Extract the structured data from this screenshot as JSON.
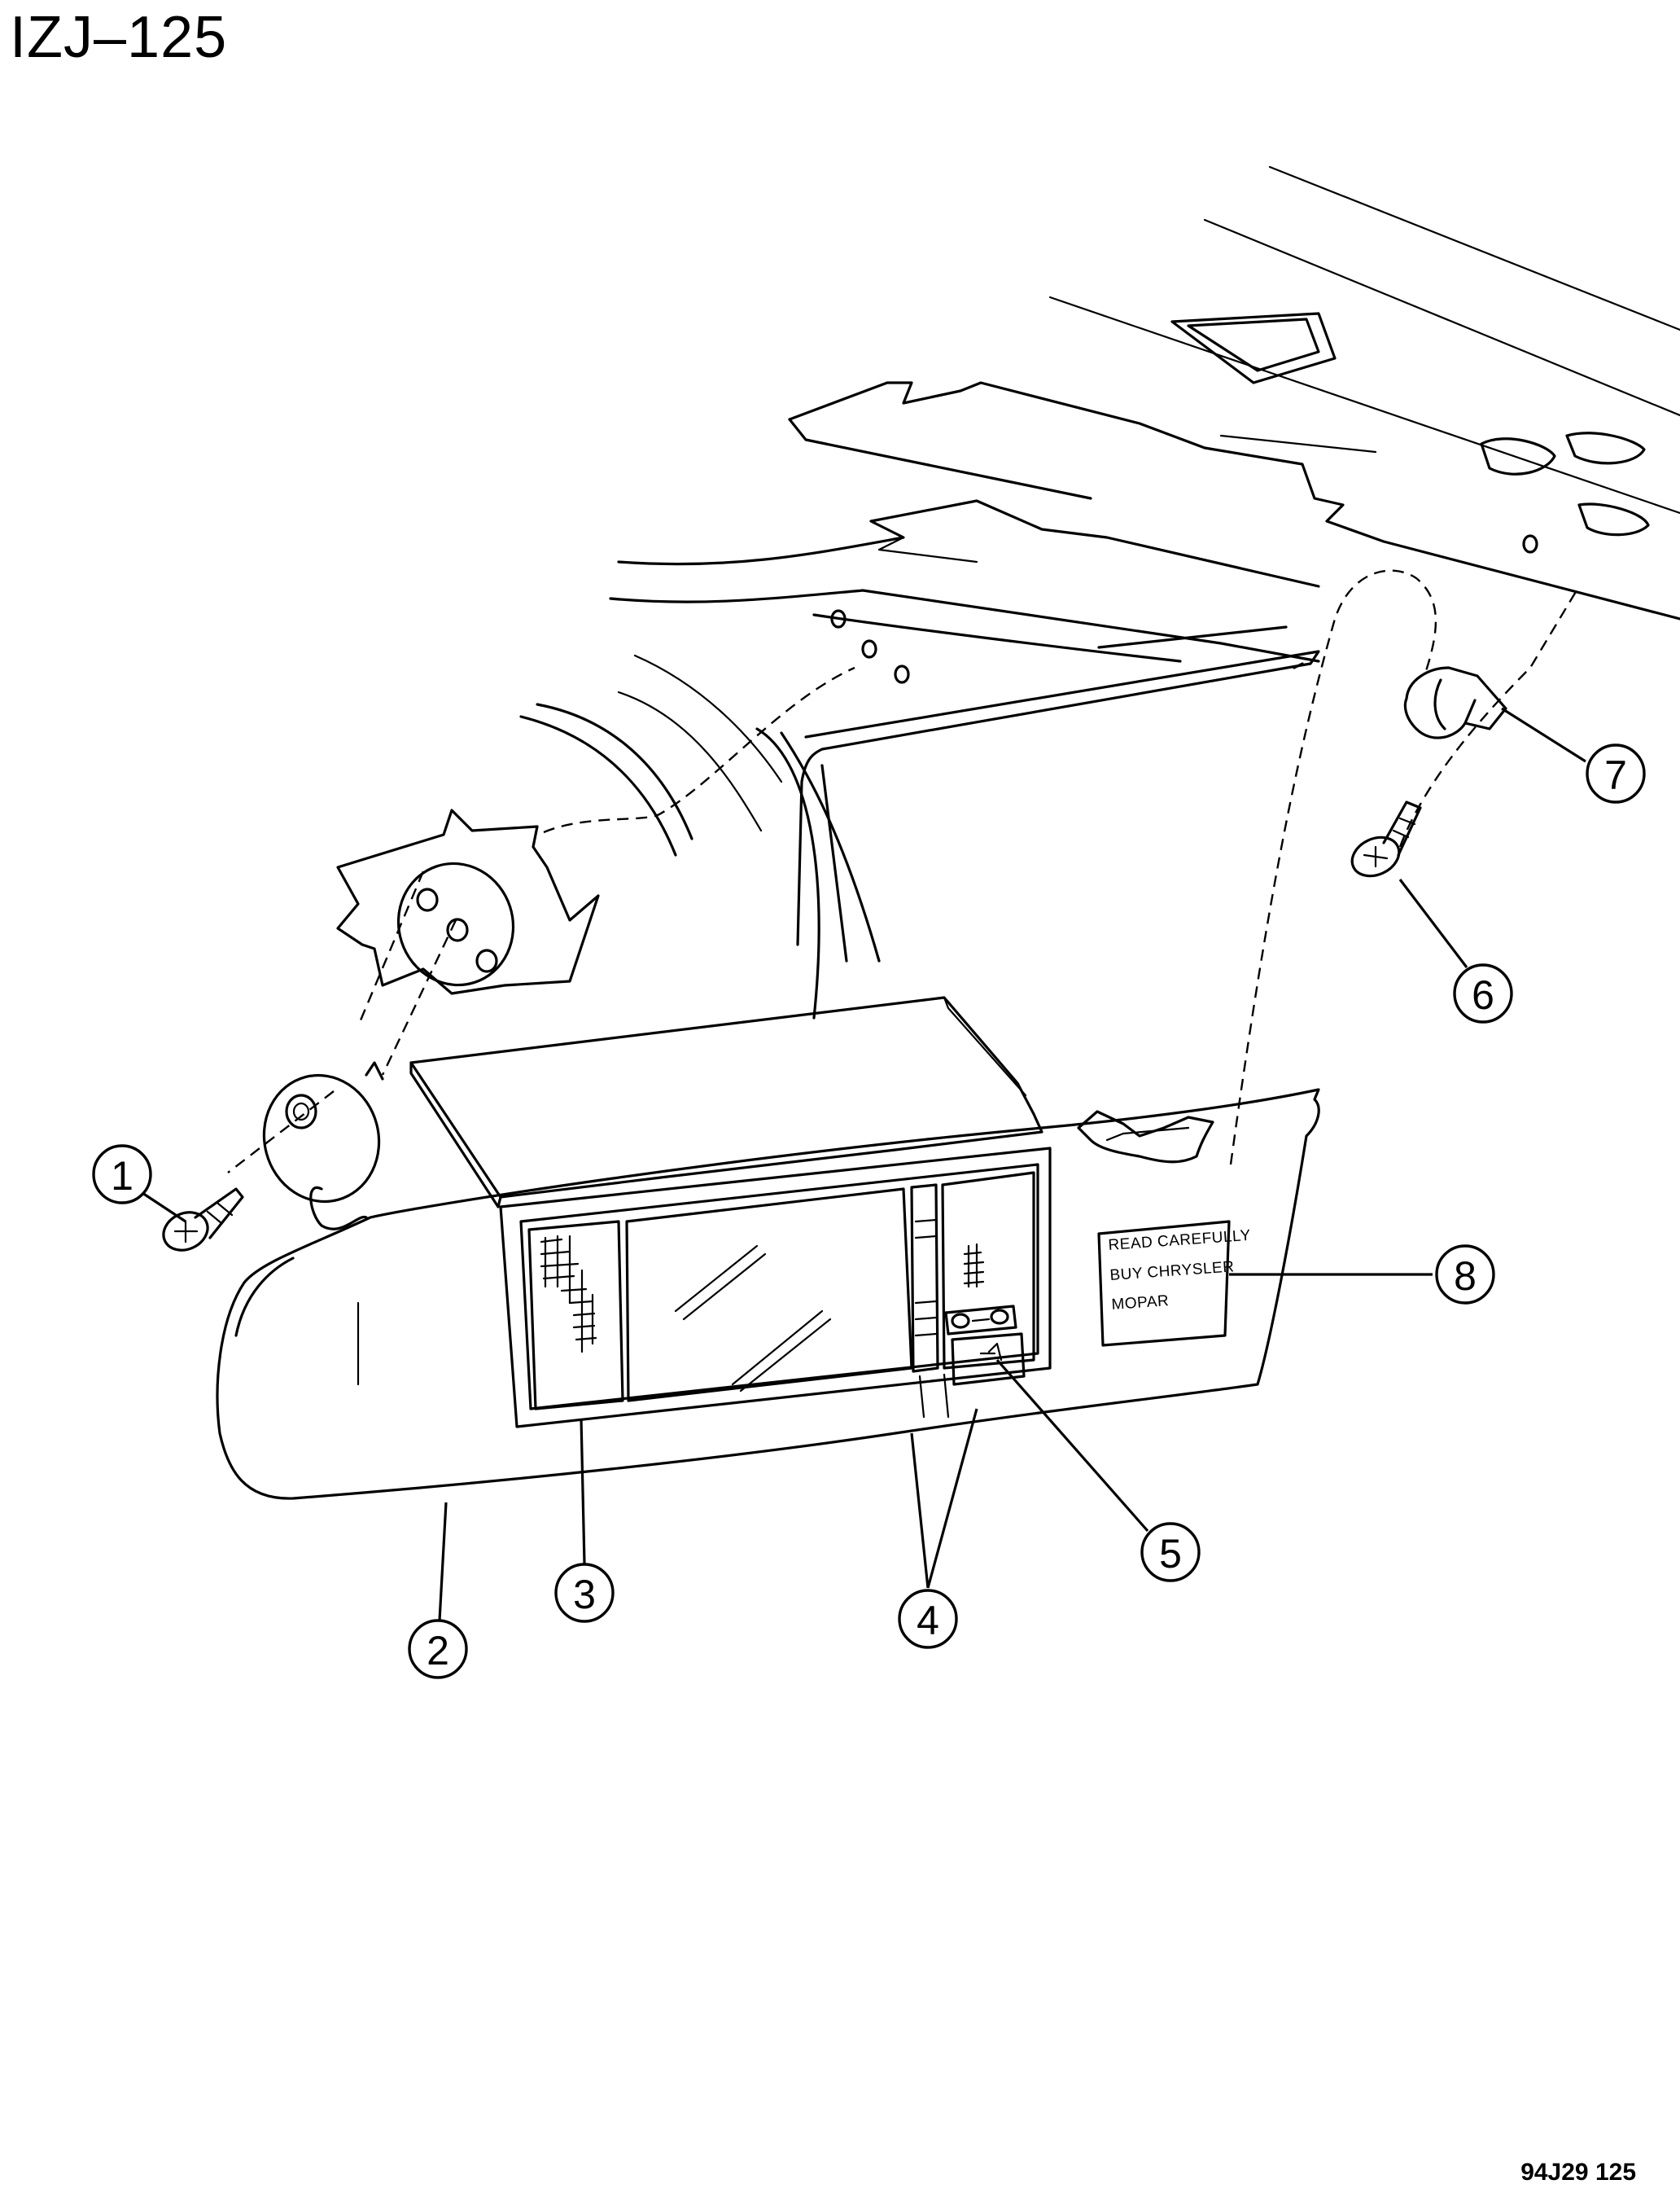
{
  "header": {
    "diagram_id": "IZJ–125"
  },
  "footer": {
    "drawing_code": "94J29 125"
  },
  "callouts": [
    {
      "number": "1"
    },
    {
      "number": "2"
    },
    {
      "number": "3"
    },
    {
      "number": "4"
    },
    {
      "number": "5"
    },
    {
      "number": "6"
    },
    {
      "number": "7"
    },
    {
      "number": "8"
    }
  ],
  "visor_label": {
    "lines": [
      "READ CAREFULLY",
      "BUY CHRYSLER",
      "MOPAR"
    ]
  }
}
